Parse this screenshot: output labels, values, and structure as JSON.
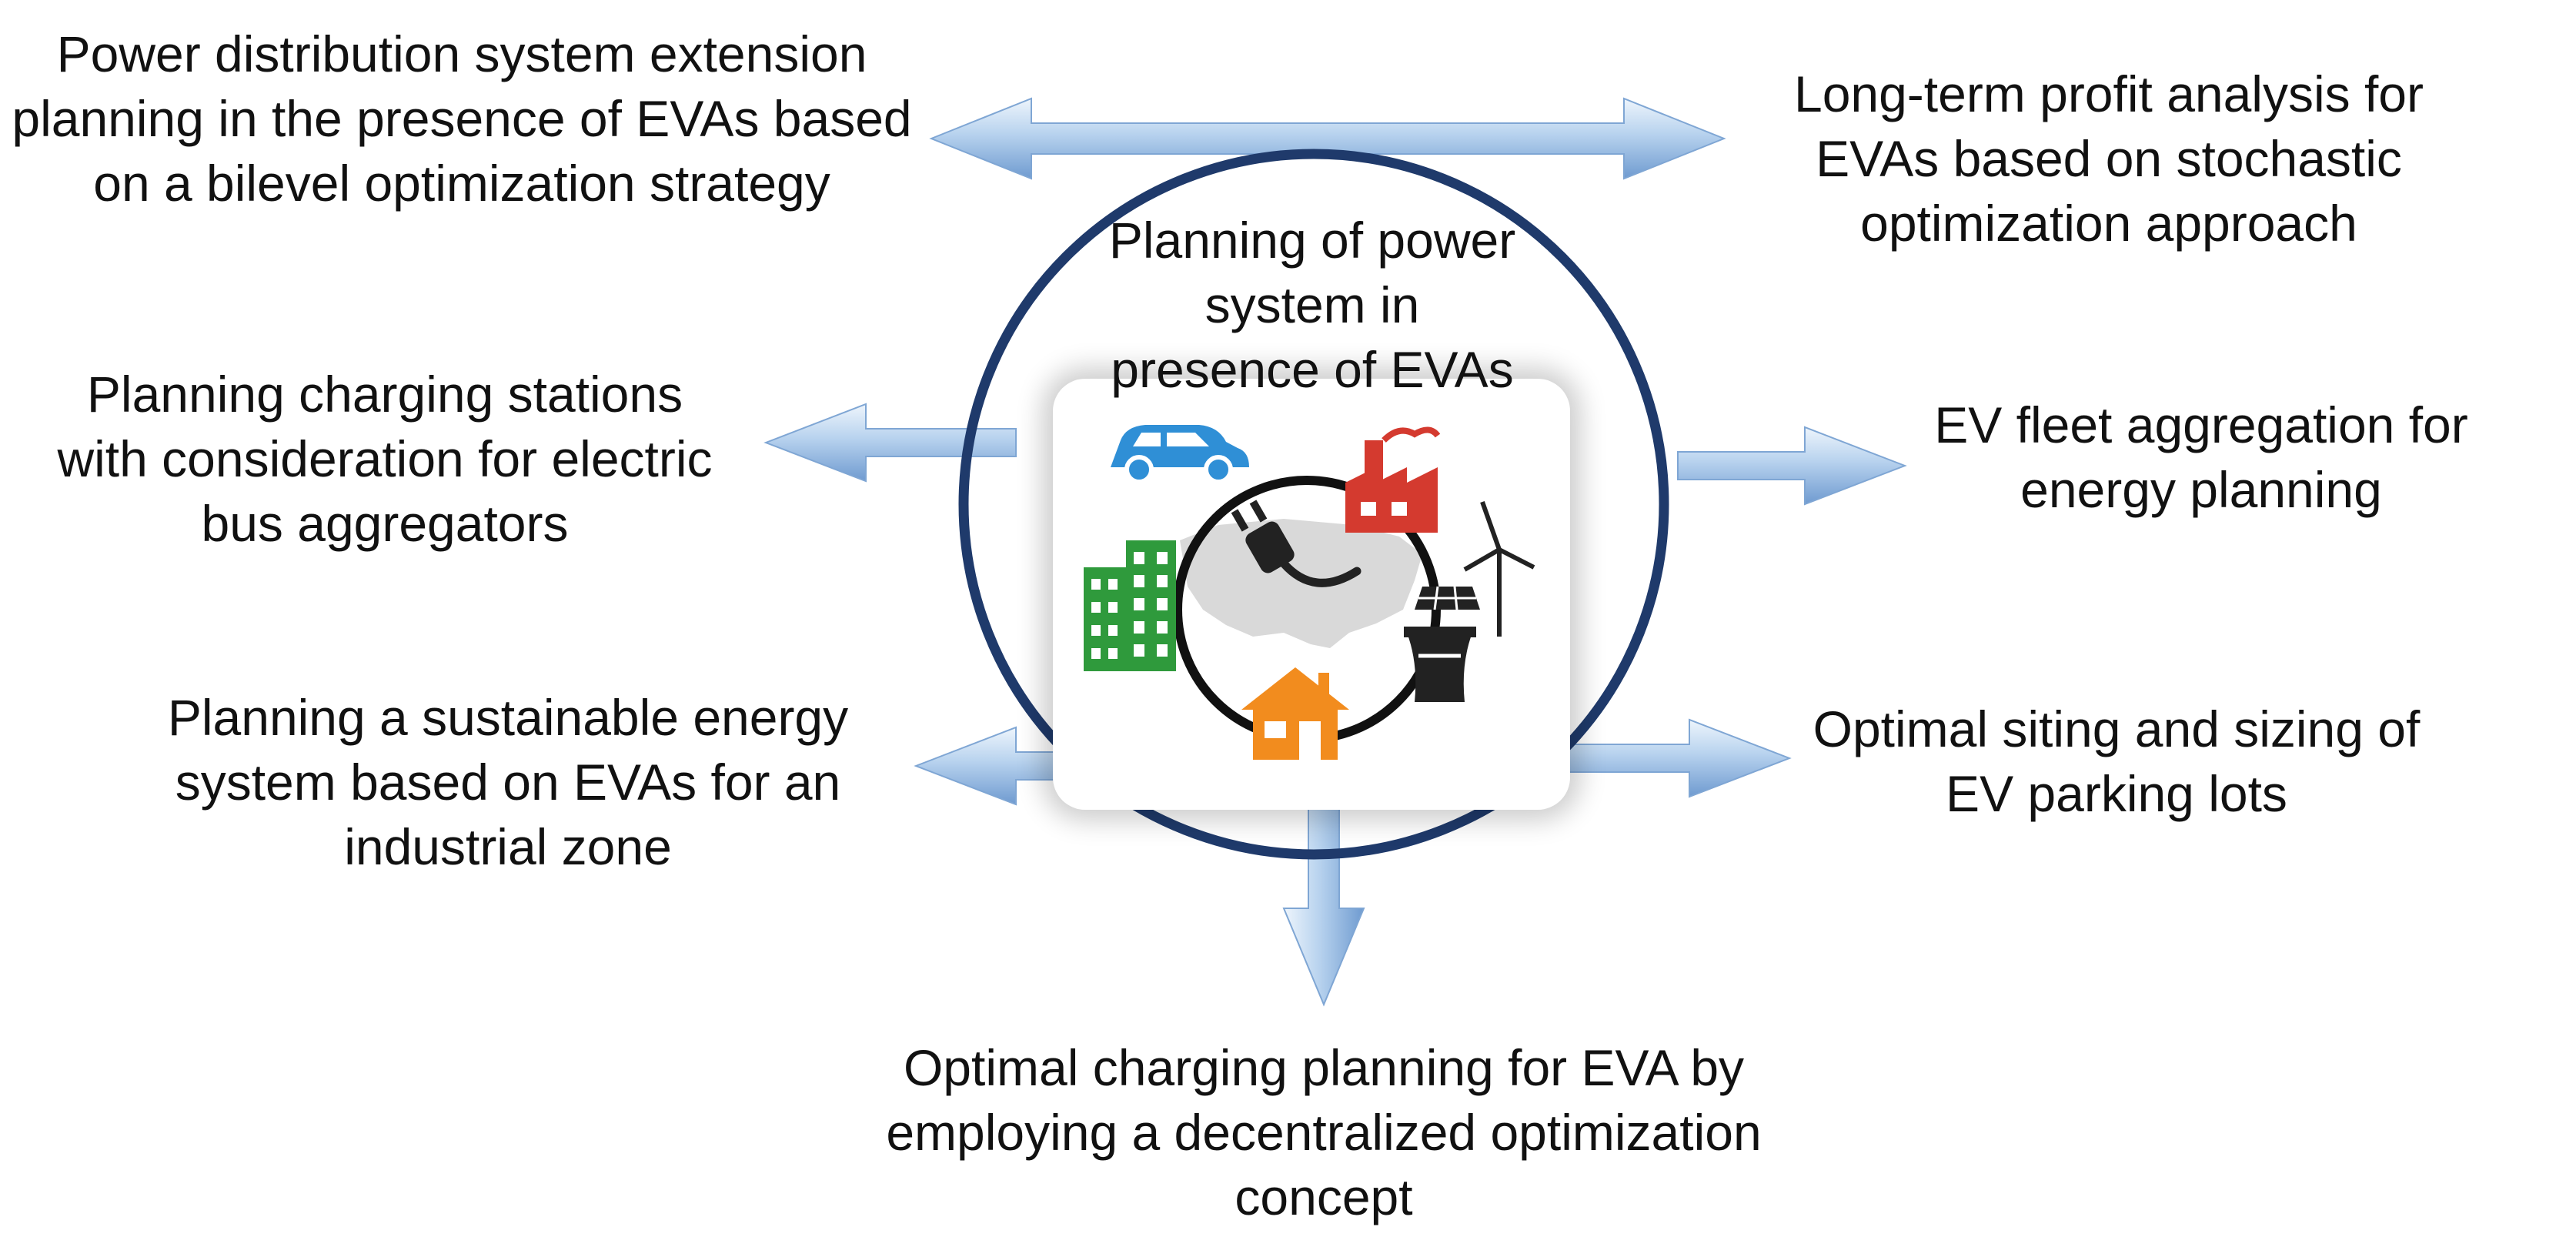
{
  "center": {
    "title": "Planning of power system in presence of EVAs",
    "icons": [
      "car-icon",
      "factory-icon",
      "buildings-icon",
      "plug-icon",
      "us-map-icon",
      "solar-panel-icon",
      "wind-turbine-icon",
      "power-plant-icon",
      "house-icon"
    ]
  },
  "topics": {
    "top_left": "Power distribution system extension planning in the presence of EVAs based on a bilevel optimization strategy",
    "top_right": "Long-term profit analysis for EVAs based on stochastic optimization approach",
    "mid_left": "Planning charging stations with consideration for electric bus aggregators",
    "mid_right": "EV fleet aggregation for energy planning",
    "low_left": "Planning a sustainable energy system based on EVAs for an industrial zone",
    "low_right": "Optimal siting and sizing of EV parking lots",
    "bottom": "Optimal charging planning for EVA by employing a decentralized optimization concept"
  },
  "colors": {
    "circle_ring": "#1f3a6b",
    "arrow_light": "#d6e6f7",
    "arrow_mid": "#a9c8ea",
    "arrow_dark": "#6f9bd0",
    "car": "#2f8fd6",
    "factory": "#d43a2f",
    "buildings": "#2f9a3c",
    "house": "#f28c1e",
    "map": "#d9d9d9",
    "dark_icon": "#222222"
  }
}
